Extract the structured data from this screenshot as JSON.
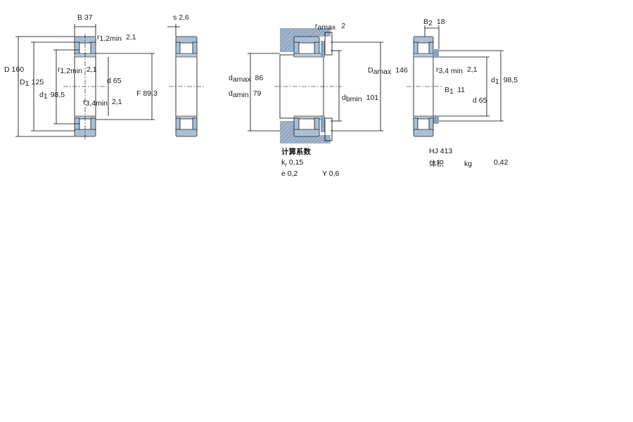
{
  "dimensions": {
    "B": {
      "label": "B",
      "value": "37"
    },
    "r12": {
      "label": "r",
      "sub": "1,2min",
      "value": "2,1"
    },
    "r12b": {
      "label": "r",
      "sub": "1,2min",
      "value": "2,1"
    },
    "r34": {
      "label": "r",
      "sub": "3,4min",
      "value": "2,1"
    },
    "D": {
      "label": "D",
      "value": "160"
    },
    "D1": {
      "label": "D",
      "sub": "1",
      "value": "125"
    },
    "d1": {
      "label": "d",
      "sub": "1",
      "value": "98,5"
    },
    "d": {
      "label": "d",
      "value": "65"
    },
    "F": {
      "label": "F",
      "value": "89,3"
    },
    "s": {
      "label": "s",
      "value": "2,6"
    }
  },
  "abutment": {
    "ra_max": {
      "label": "r",
      "sub": "amax",
      "value": "2"
    },
    "da_max": {
      "label": "d",
      "sub": "amax",
      "value": "86"
    },
    "da_min": {
      "label": "d",
      "sub": "amin",
      "value": "79"
    },
    "db_min": {
      "label": "d",
      "sub": "bmin",
      "value": "101"
    },
    "Da_max": {
      "label": "D",
      "sub": "amax",
      "value": "146"
    }
  },
  "ring": {
    "B2": {
      "label": "B",
      "sub": "2",
      "value": "18"
    },
    "r34": {
      "label": "r",
      "sub": "3,4 min",
      "value": "2,1"
    },
    "B1": {
      "label": "B",
      "sub": "1",
      "value": "11"
    },
    "d1": {
      "label": "d",
      "sub": "1",
      "value": "98,5"
    },
    "d": {
      "label": "d",
      "value": "65"
    }
  },
  "calc": {
    "heading": "计算系数",
    "kr_label": "k",
    "kr_sub": "r",
    "kr_value": "0,15",
    "e_label": "e",
    "e_value": "0,2",
    "Y_label": "Y",
    "Y_value": "0,6"
  },
  "ring_info": {
    "designation": "HJ 413",
    "mass_label": "体积",
    "mass_unit": "kg",
    "mass_value": "0,42"
  },
  "colors": {
    "ring": "#a9c0d6",
    "shaft": "#8aa2bd",
    "line": "#000000"
  }
}
